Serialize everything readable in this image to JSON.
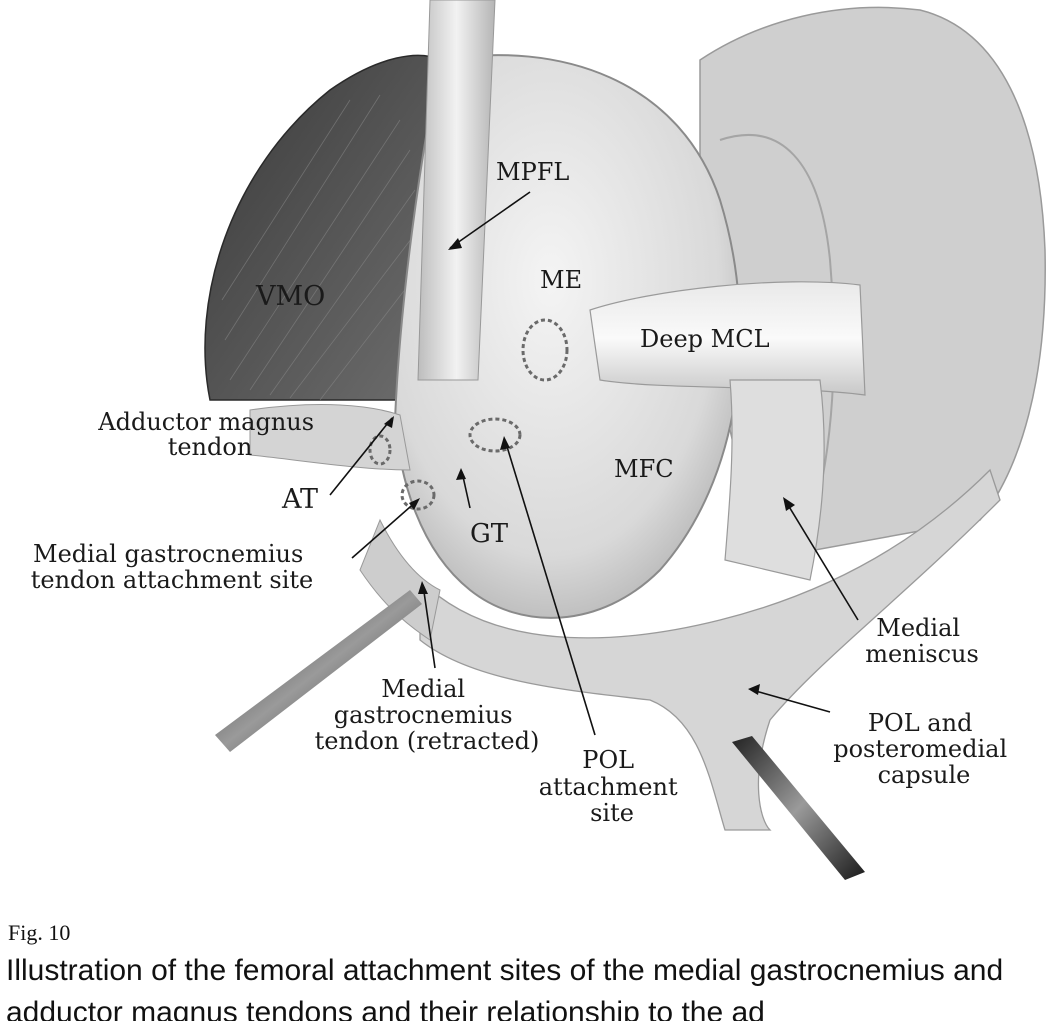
{
  "figure": {
    "labels": {
      "mpfl": "MPFL",
      "vmo": "VMO",
      "me": "ME",
      "deep_mcl": "Deep MCL",
      "adductor_magnus_tendon": [
        "Adductor magnus",
        "tendon"
      ],
      "mfc": "MFC",
      "at": "AT",
      "gt": "GT",
      "medial_gastrocnemius_attachment": [
        "Medial gastrocnemius",
        "tendon attachment site"
      ],
      "medial_meniscus": [
        "Medial",
        "meniscus"
      ],
      "medial_gastrocnemius_retracted": [
        "Medial",
        "gastrocnemius",
        "tendon (retracted)"
      ],
      "pol_attachment": [
        "POL",
        "attachment",
        "site"
      ],
      "pol_capsule": [
        "POL and",
        "posteromedial",
        "capsule"
      ]
    }
  },
  "fig_number": "Fig. 10",
  "caption": "Illustration of the femoral attachment sites of the medial gastrocnemius and adductor magnus tendons and their relationship to the ad"
}
